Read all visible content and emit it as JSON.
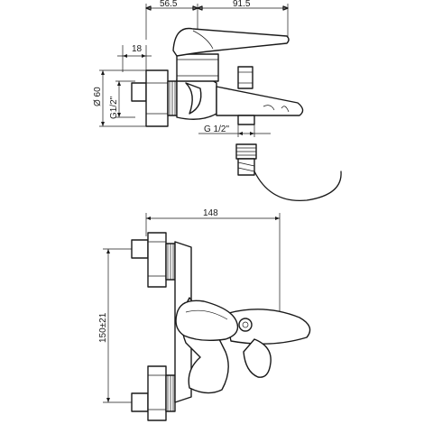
{
  "drawing": {
    "line_color": "#1a1a1a",
    "background": "#ffffff",
    "side_view": {
      "dim_left": "56.5",
      "dim_right": "91.5",
      "dim_nut": "18",
      "dim_diameter": "Ø 60",
      "dim_thread_left": "G1/2\"",
      "dim_thread_bottom": "G 1/2\""
    },
    "front_view": {
      "dim_width": "148",
      "dim_height": "150±21"
    }
  }
}
